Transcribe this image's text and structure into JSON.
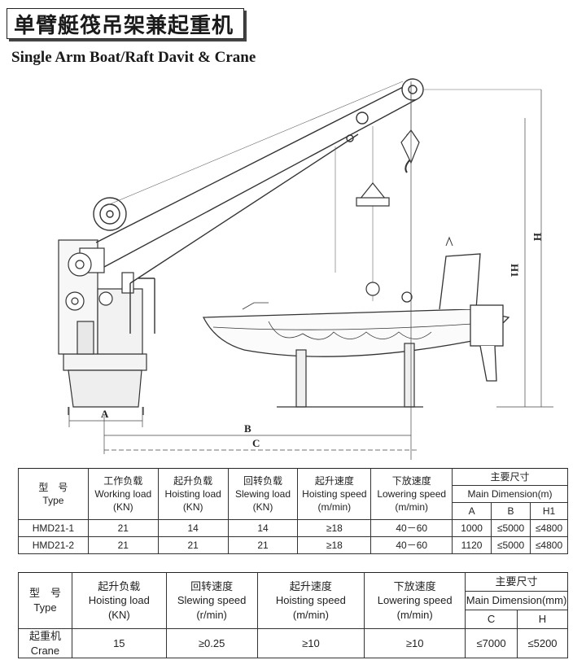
{
  "header": {
    "title_cn": "单臂艇筏吊架兼起重机",
    "title_en": "Single Arm Boat/Raft Davit & Crane"
  },
  "drawing": {
    "dimension_labels": {
      "A": "A",
      "B": "B",
      "C": "C",
      "H": "H",
      "H1": "H1"
    }
  },
  "table1": {
    "headers": [
      {
        "cn": "型　号",
        "en": "Type"
      },
      {
        "cn": "工作负载",
        "en": "Working load",
        "unit": "(KN)"
      },
      {
        "cn": "起升负载",
        "en": "Hoisting load",
        "unit": "(KN)"
      },
      {
        "cn": "回转负载",
        "en": "Slewing  load",
        "unit": "(KN)"
      },
      {
        "cn": "起升速度",
        "en": "Hoisting speed",
        "unit": "(m/min)"
      },
      {
        "cn": "下放速度",
        "en": "Lowering speed",
        "unit": "(m/min)"
      }
    ],
    "main_dim": {
      "cn": "主要尺寸",
      "en": "Main Dimension(m)",
      "cols": [
        "A",
        "B",
        "H1"
      ]
    },
    "rows": [
      {
        "type": "HMD21-1",
        "working": "21",
        "hoisting": "14",
        "slewing": "14",
        "hoist_speed": "≥18",
        "lower_speed": "40－60",
        "A": "1000",
        "B": "≤5000",
        "H1": "≤4800"
      },
      {
        "type": "HMD21-2",
        "working": "21",
        "hoisting": "21",
        "slewing": "21",
        "hoist_speed": "≥18",
        "lower_speed": "40－60",
        "A": "1120",
        "B": "≤5000",
        "H1": "≤4800"
      }
    ]
  },
  "table2": {
    "headers": [
      {
        "cn": "型　号",
        "en": "Type"
      },
      {
        "cn": "起升负载",
        "en": "Hoisting load",
        "unit": "(KN)"
      },
      {
        "cn": "回转速度",
        "en": "Slewing  speed",
        "unit": "(r/min)"
      },
      {
        "cn": "起升速度",
        "en": "Hoisting speed",
        "unit": "(m/min)"
      },
      {
        "cn": "下放速度",
        "en": "Lowering speed",
        "unit": "(m/min)"
      }
    ],
    "main_dim": {
      "cn": "主要尺寸",
      "en": "Main Dimension(mm)",
      "cols": [
        "C",
        "H"
      ]
    },
    "row": {
      "type_cn": "起重机",
      "type_en": "Crane",
      "hoisting": "15",
      "slew_speed": "≥0.25",
      "hoist_speed": "≥10",
      "lower_speed": "≥10",
      "C": "≤7000",
      "H": "≤5200"
    }
  }
}
